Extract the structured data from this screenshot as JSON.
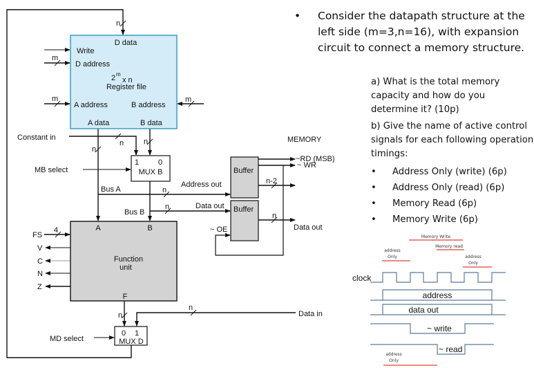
{
  "intro": {
    "bullet": "•",
    "text": "Consider the datapath structure at the left side (m=3,n=16), with expansion circuit to connect a memory structure."
  },
  "questions": {
    "a": "a) What is the total memory capacity and how do you determine it? (10p)",
    "b": "b) Give the name of active control signals for each following operation timings:",
    "items": [
      {
        "bullet": "•",
        "label": "Address Only (write) (6p)"
      },
      {
        "bullet": "•",
        "label": "Address Only (read) (6p)"
      },
      {
        "bullet": "•",
        "label": "Memory Read (6p)"
      },
      {
        "bullet": "•",
        "label": "Memory Write (6p)"
      }
    ]
  },
  "register_file": {
    "d_data": "D data",
    "write": "Write",
    "d_address": "D address",
    "size_base": "2",
    "size_exp": "m",
    "size_rest": "x  n",
    "title": "Register file",
    "a_address": "A address",
    "b_address": "B address",
    "a_data": "A data",
    "b_data": "B data",
    "fill_color": "#d4ecf7",
    "border_color": "#3a9cc8"
  },
  "bus_widths": {
    "n": "n",
    "m": "m",
    "fs": "4",
    "n_minus_2": "n-2"
  },
  "labels": {
    "constant_in": "Constant in",
    "mb_select": "MB select",
    "mux_b_in1": "1",
    "mux_b_in0": "0",
    "mux_b": "MUX B",
    "bus_a": "Bus A",
    "bus_b": "Bus B",
    "address_out": "Address out",
    "data_out_left": "Data out",
    "buffer1": "Buffer",
    "buffer2": "Buffer",
    "oe": "~ OE",
    "memory": "MEMORY",
    "rd": "~RD (MSB)",
    "wr": "~ WR",
    "data_out_right": "Data out",
    "data_in": "Data in",
    "fu_a": "A",
    "fu_b": "B",
    "fu_title1": "Function",
    "fu_title2": "unit",
    "fu_f": "F",
    "fs": "FS",
    "v": "V",
    "c": "C",
    "n_flag": "N",
    "z": "Z",
    "md_select": "MD select",
    "mux_d_in0": "0",
    "mux_d_in1": "1",
    "mux_d": "MUX D",
    "box_gray": "#d3d3d3"
  },
  "timing": {
    "memory_write": "Memory Write",
    "memory_read": "Memory read",
    "address_only_1a": "address",
    "address_only_1b": "Only",
    "address_only_2a": "address",
    "address_only_2b": "Only",
    "address_only_3a": "address",
    "address_only_3b": "Only",
    "clock": "clock",
    "address": "address",
    "data_out": "data out",
    "write": "~ write",
    "read": "~ read",
    "signal_color": "#5b7a99",
    "marker_color": "#e0403a"
  }
}
